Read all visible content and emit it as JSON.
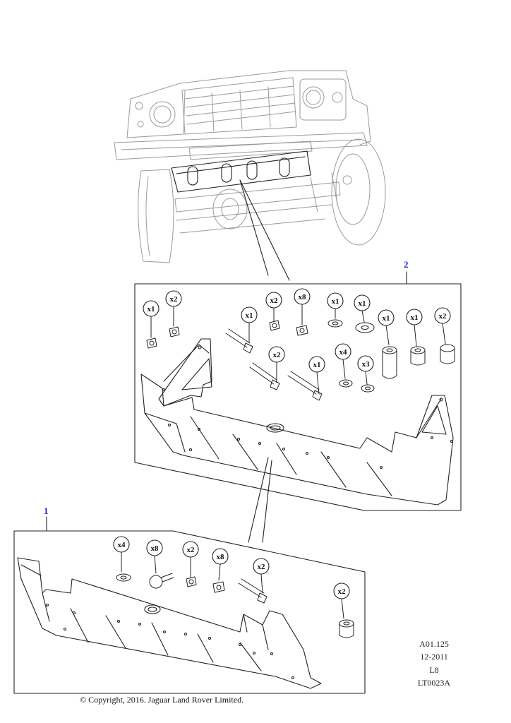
{
  "callouts": {
    "kit2": "2",
    "kit1": "1"
  },
  "kit2_items": [
    {
      "qty": "x1"
    },
    {
      "qty": "x2"
    },
    {
      "qty": "x1"
    },
    {
      "qty": "x2"
    },
    {
      "qty": "x8"
    },
    {
      "qty": "x1"
    },
    {
      "qty": "x1"
    },
    {
      "qty": "x1"
    },
    {
      "qty": "x1"
    },
    {
      "qty": "x2"
    },
    {
      "qty": "x2"
    },
    {
      "qty": "x1"
    },
    {
      "qty": "x4"
    },
    {
      "qty": "x3"
    }
  ],
  "kit1_items": [
    {
      "qty": "x4"
    },
    {
      "qty": "x8"
    },
    {
      "qty": "x2"
    },
    {
      "qty": "x8"
    },
    {
      "qty": "x2"
    },
    {
      "qty": "x2"
    }
  ],
  "meta": {
    "ref": "A01.125",
    "date": "12-2011",
    "level": "L8",
    "code": "LT0023A"
  },
  "copyright": "© Copyright, 2016. Jaguar Land Rover Limited."
}
